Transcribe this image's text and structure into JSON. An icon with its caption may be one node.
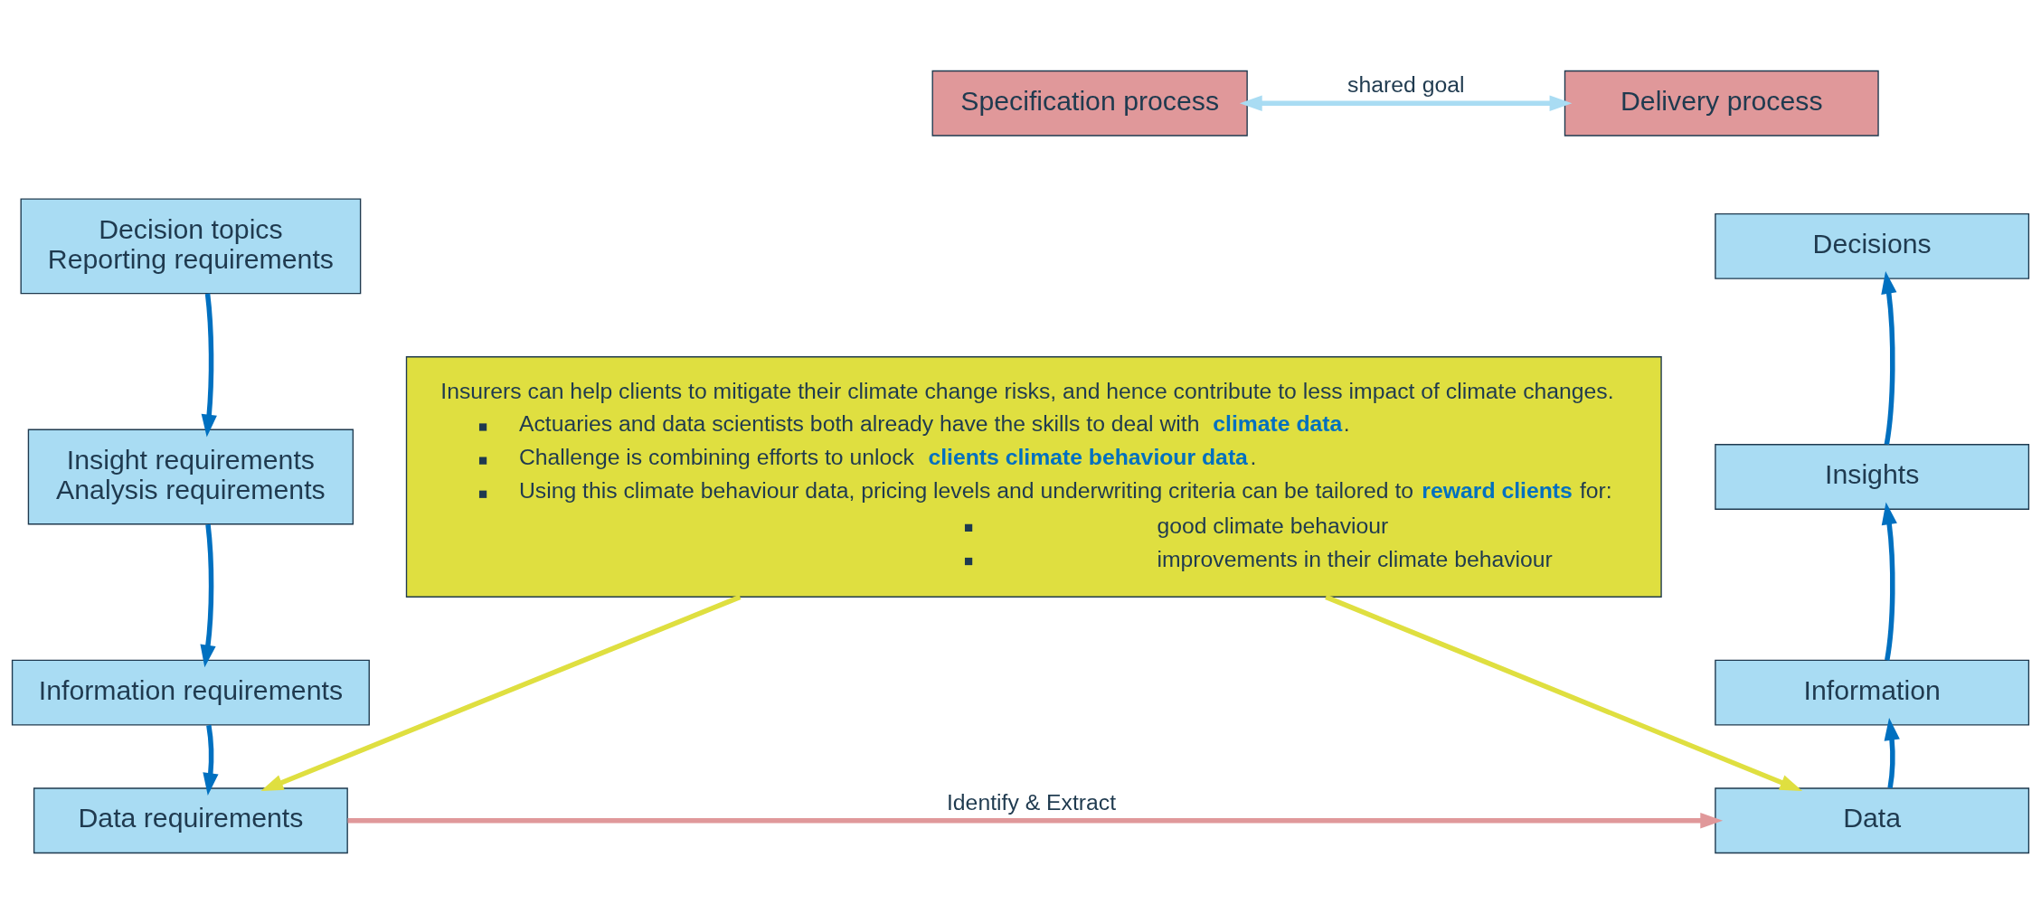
{
  "diagram": {
    "nodes": [
      {
        "text": [
          "Specification process"
        ]
      },
      {
        "text": [
          "Delivery process"
        ]
      },
      {
        "text": [
          "Decision topics",
          "Reporting requirements"
        ]
      },
      {
        "text": [
          "Insight requirements",
          "Analysis requirements"
        ]
      },
      {
        "text": [
          "Information requirements"
        ]
      },
      {
        "text": [
          "Data requirements"
        ]
      },
      {
        "text": [
          "Decisions"
        ]
      },
      {
        "text": [
          "Insights"
        ]
      },
      {
        "text": [
          "Information"
        ]
      },
      {
        "text": [
          "Data"
        ]
      },
      {
        "text": [
          "Insurers can help clients to mitigate their climate change risks, and hence contribute to less impact of climate changes.",
          "Actuaries and data scientists both already have the skills to deal with **climate data**.",
          "Challenge is combining efforts to unlock **clients climate behaviour data**.",
          "Using this climate behaviour data, pricing levels and underwriting criteria can be tailored to **reward clients** for:",
          "good climate behaviour",
          "improvements in their climate behaviour"
        ]
      }
    ],
    "edges": [
      {
        "from": 0,
        "to": 1,
        "arrow": "both",
        "label": "shared goal",
        "color": "#a9dcf3"
      },
      {
        "from": 2,
        "to": 3,
        "arrow": "to"
      },
      {
        "from": 3,
        "to": 4,
        "arrow": "to"
      },
      {
        "from": 4,
        "to": 5,
        "arrow": "to"
      },
      {
        "from": 5,
        "to": 9,
        "arrow": "to",
        "label": "Identify & Extract",
        "color": "#e0989a"
      },
      {
        "from": 9,
        "to": 8,
        "arrow": "to"
      },
      {
        "from": 8,
        "to": 7,
        "arrow": "to"
      },
      {
        "from": 7,
        "to": 6,
        "arrow": "to"
      },
      {
        "from": 10,
        "to": 5,
        "arrow": "to",
        "color": "#dfdf40"
      },
      {
        "from": 10,
        "to": 9,
        "arrow": "to",
        "color": "#dfdf40"
      }
    ]
  }
}
